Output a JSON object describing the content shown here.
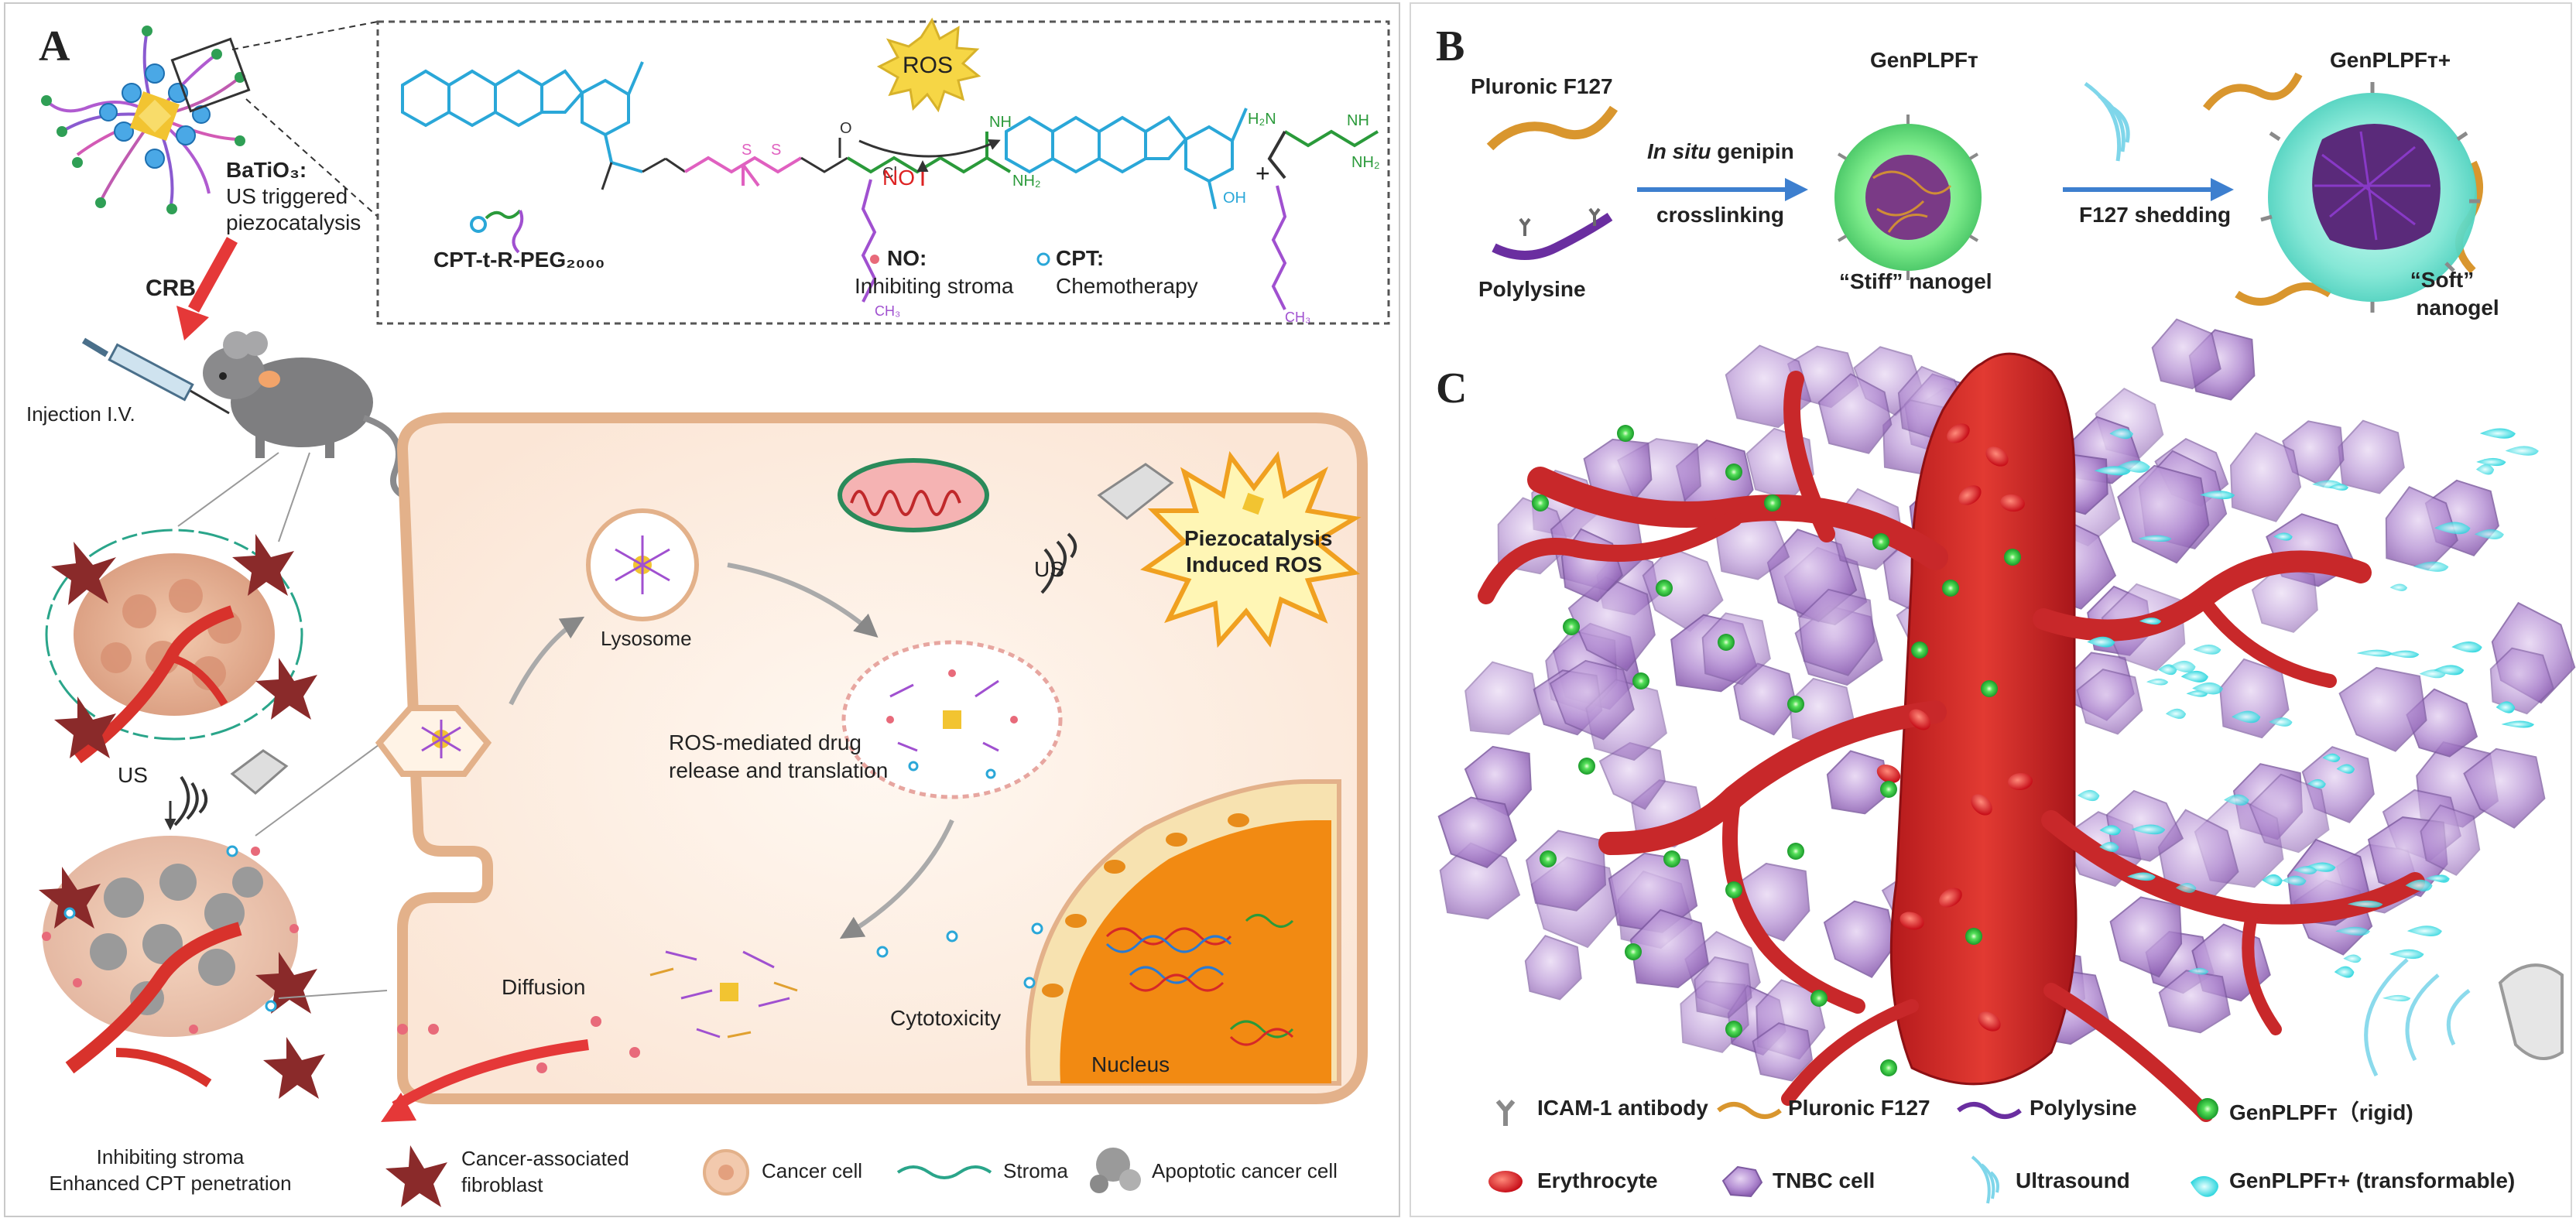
{
  "panels": {
    "a": "A",
    "b": "B",
    "c": "C"
  },
  "panel_a": {
    "batio3_line1": "BaTiO₃:",
    "batio3_line2": "US triggered",
    "batio3_line3": "piezocatalysis",
    "crb": "CRB",
    "injection": "Injection I.V.",
    "us_left": "US",
    "prodrug_label": "CPT-t-R-PEG₂₀₀₀",
    "ros_badge": "ROS",
    "no_short": "NO",
    "no_label": "NO:",
    "no_desc": "Inhibiting stroma",
    "cpt_label": "CPT:",
    "cpt_desc": "Chemotherapy",
    "plus": "+",
    "lysosome": "Lysosome",
    "us_cell": "US",
    "piezo_line1": "Piezocatalysis",
    "piezo_line2": "Induced ROS",
    "ros_release_line1": "ROS-mediated drug",
    "ros_release_line2": "release and translation",
    "diffusion": "Diffusion",
    "cytotoxicity": "Cytotoxicity",
    "nucleus": "Nucleus",
    "result_line1": "Inhibiting stroma",
    "result_line2": "Enhanced CPT penetration",
    "legend": {
      "caf_line1": "Cancer-associated",
      "caf_line2": "fibroblast",
      "cancer_cell": "Cancer cell",
      "stroma": "Stroma",
      "apoptotic": "Apoptotic cancer cell"
    }
  },
  "panel_b": {
    "pluronic": "Pluronic F127",
    "polylysine": "Polylysine",
    "step1_italic": "In situ",
    "step1_rest": " genipin",
    "step1_line2": "crosslinking",
    "stiff_title": "GenPLPFᴛ",
    "stiff_label": "“Stiff” nanogel",
    "step2": "F127 shedding",
    "soft_title": "GenPLPFᴛ+",
    "soft_line1": "“Soft”",
    "soft_line2": "nanogel"
  },
  "legend_c": {
    "icam": "ICAM-1 antibody",
    "pluronic": "Pluronic F127",
    "polylysine": "Polylysine",
    "rigid": "GenPLPFᴛ（rigid)",
    "erythrocyte": "Erythrocyte",
    "tnbc": "TNBC cell",
    "ultrasound": "Ultrasound",
    "transformable": "GenPLPFᴛ+ (transformable)"
  },
  "colors": {
    "prodrug_cyan": "#2aa7d8",
    "linker_pink": "#e060c0",
    "guanidine_green": "#2a9a3a",
    "peg_purple": "#a050d0",
    "ros_yellow": "#f6d645",
    "vessel_red": "#c8282a",
    "tnbc_purple": "#a77ac8",
    "nanogel_green": "#3bd15a",
    "transform_cyan": "#48dbe0",
    "nucleus_orange": "#f28a12",
    "pluronic_orange": "#d9962e",
    "polylysine_purple": "#6a2ea0"
  }
}
